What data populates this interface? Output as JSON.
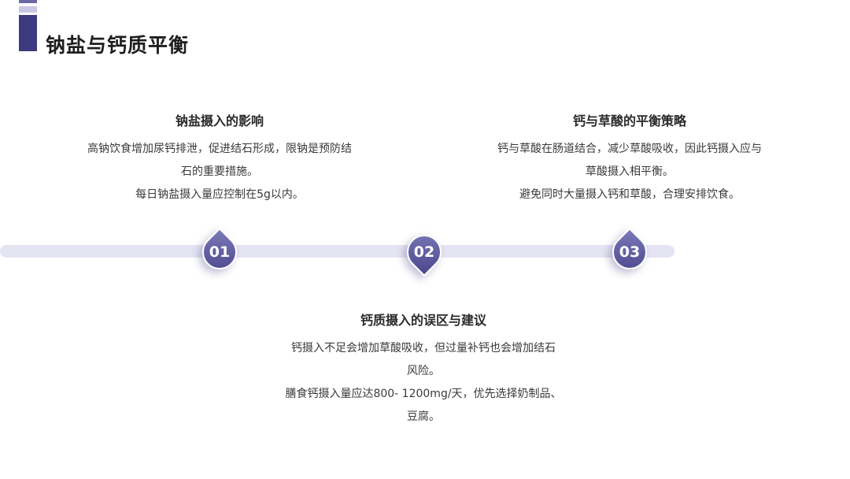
{
  "page": {
    "title": "钠盐与钙质平衡"
  },
  "colors": {
    "accent_dark": "#3d3a80",
    "accent_mid": "#6b68a8",
    "accent_light": "#c9c7e2",
    "track": "#e4e4f2"
  },
  "blocks": [
    {
      "heading": "钠盐摄入的影响",
      "lines": [
        "高钠饮食增加尿钙排泄，促进结石形成，限钠是预防结",
        "石的重要措施。",
        "每日钠盐摄入量应控制在5g以内。"
      ]
    },
    {
      "heading": "钙与草酸的平衡策略",
      "lines": [
        "钙与草酸在肠道结合，减少草酸吸收，因此钙摄入应与",
        "草酸摄入相平衡。",
        "避免同时大量摄入钙和草酸，合理安排饮食。"
      ]
    },
    {
      "heading": "钙质摄入的误区与建议",
      "lines": [
        "钙摄入不足会增加草酸吸收，但过量补钙也会增加结石",
        "风险。",
        "膳食钙摄入量应达800- 1200mg/天，优先选择奶制品、",
        "豆腐。"
      ]
    }
  ],
  "timeline": {
    "markers": [
      "01",
      "02",
      "03"
    ]
  }
}
